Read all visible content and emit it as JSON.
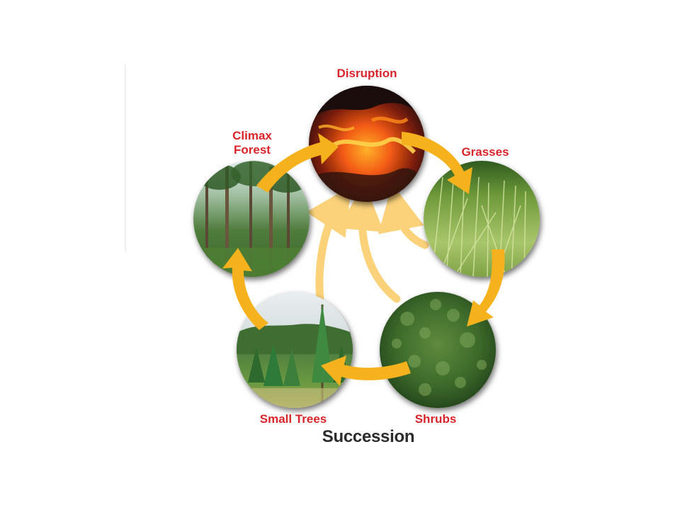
{
  "stages": [
    {
      "id": "disruption",
      "label": "Disruption"
    },
    {
      "id": "grasses",
      "label": "Grasses"
    },
    {
      "id": "shrubs",
      "label": "Shrubs"
    },
    {
      "id": "small-trees",
      "label": "Small Trees"
    },
    {
      "id": "climax-forest",
      "label": "Climax Forest",
      "lines": [
        "Climax",
        "Forest"
      ]
    }
  ],
  "caption": "Succession",
  "colors": {
    "label_red": "#d8242b",
    "arrow_gold": "#f5b21d",
    "arrow_light": "#fbd27a",
    "caption_text": "#2b2b2b"
  }
}
